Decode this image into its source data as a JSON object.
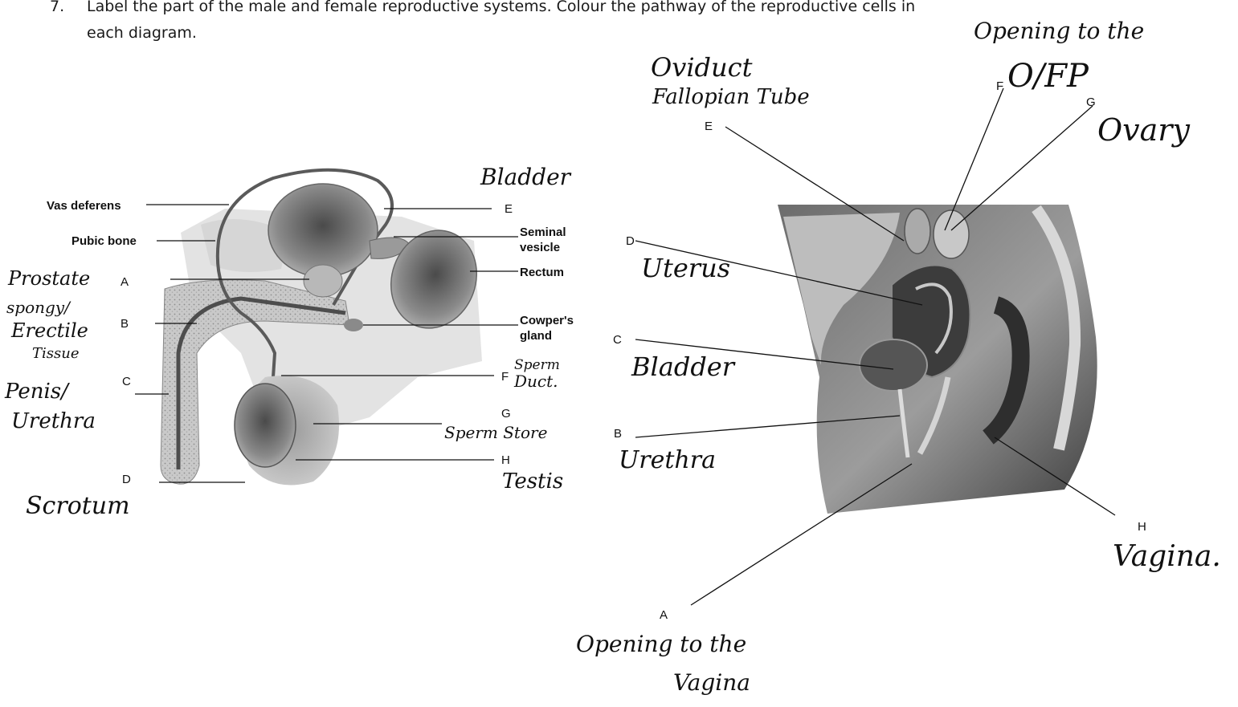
{
  "instruction": {
    "number": "7.",
    "line1": "Label the part of the male and female reproductive systems. Colour the pathway of the reproductive cells in",
    "line2": "each diagram."
  },
  "male": {
    "printed_labels": {
      "vas_deferens": "Vas deferens",
      "pubic_bone": "Pubic bone",
      "seminal_vesicle_1": "Seminal",
      "seminal_vesicle_2": "vesicle",
      "rectum": "Rectum",
      "cowpers_gland_1": "Cowper's",
      "cowpers_gland_2": "gland"
    },
    "letters": {
      "A": "A",
      "B": "B",
      "C": "C",
      "D": "D",
      "E": "E",
      "F": "F",
      "G": "G",
      "H": "H"
    },
    "answers": {
      "A": "Prostate",
      "B_1": "spongy/",
      "B_2": "Erectile",
      "B_3": "Tissue",
      "C_1": "Penis/",
      "C_2": "Urethra",
      "D": "Scrotum",
      "E": "Bladder",
      "F_1": "Sperm",
      "F_2": "Duct.",
      "G": "Sperm Store",
      "H": "Testis"
    }
  },
  "female": {
    "letters": {
      "A": "A",
      "B": "B",
      "C": "C",
      "D": "D",
      "E": "E",
      "F": "F",
      "G": "G",
      "H": "H"
    },
    "answers": {
      "A_1": "Opening to the",
      "A_2": "Vagina",
      "B": "Urethra",
      "C": "Bladder",
      "D": "Uterus",
      "E_1": "Oviduct",
      "E_2": "Fallopian Tube",
      "F_1": "Opening to the",
      "F_2": "O/FP",
      "G": "Ovary",
      "H": "Vagina."
    }
  }
}
